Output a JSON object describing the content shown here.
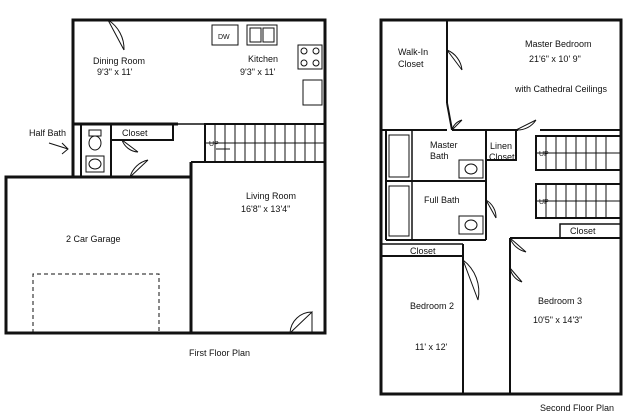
{
  "first_floor": {
    "caption": "First Floor Plan",
    "rooms": {
      "dining": {
        "name": "Dining Room",
        "size": "9'3\" x 11'"
      },
      "kitchen": {
        "name": "Kitchen",
        "size": "9'3\" x 11'"
      },
      "half_bath": {
        "name": "Half Bath"
      },
      "closet": {
        "name": "Closet"
      },
      "living": {
        "name": "Living Room",
        "size": "16'8\" x 13'4\""
      },
      "garage": {
        "name": "2 Car Garage"
      }
    },
    "fixtures": {
      "dishwasher": "DW",
      "stairs_up": "UP"
    }
  },
  "second_floor": {
    "caption": "Second Floor Plan",
    "rooms": {
      "walk_in": {
        "line1": "Walk-In",
        "line2": "Closet"
      },
      "master": {
        "name": "Master Bedroom",
        "size": "21'6\" x 10' 9\"",
        "note": "with Cathedral Ceilings"
      },
      "master_bath": {
        "line1": "Master",
        "line2": "Bath"
      },
      "linen": {
        "line1": "Linen",
        "line2": "Closet"
      },
      "full_bath": {
        "name": "Full Bath"
      },
      "closet_bed2": {
        "name": "Closet"
      },
      "closet_bed3": {
        "name": "Closet"
      },
      "bedroom2": {
        "name": "Bedroom 2",
        "size": "11' x 12'"
      },
      "bedroom3": {
        "name": "Bedroom 3",
        "size": "10'5\" x 14'3\""
      }
    },
    "fixtures": {
      "stairs_up_1": "UP",
      "stairs_up_2": "UP"
    }
  }
}
